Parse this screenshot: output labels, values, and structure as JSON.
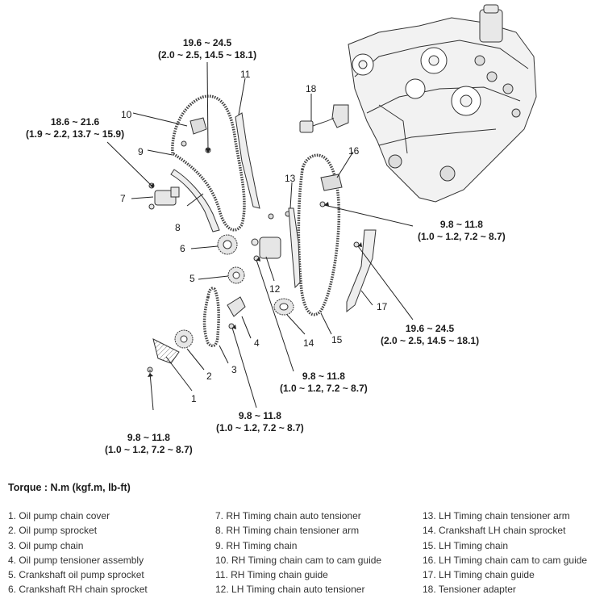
{
  "torque_title": "Torque : N.m (kgf.m, lb-ft)",
  "torque_specs": [
    {
      "value": "19.6 ~ 24.5",
      "conv": "(2.0 ~ 2.5, 14.5 ~ 18.1)"
    },
    {
      "value": "18.6 ~ 21.6",
      "conv": "(1.9 ~ 2.2, 13.7 ~ 15.9)"
    },
    {
      "value": "9.8 ~ 11.8",
      "conv": "(1.0 ~ 1.2, 7.2 ~ 8.7)"
    },
    {
      "value": "19.6 ~ 24.5",
      "conv": "(2.0 ~ 2.5, 14.5 ~ 18.1)"
    },
    {
      "value": "9.8 ~ 11.8",
      "conv": "(1.0 ~ 1.2, 7.2 ~ 8.7)"
    },
    {
      "value": "9.8 ~ 11.8",
      "conv": "(1.0 ~ 1.2, 7.2 ~ 8.7)"
    },
    {
      "value": "9.8 ~ 11.8",
      "conv": "(1.0 ~ 1.2, 7.2 ~ 8.7)"
    }
  ],
  "callouts": [
    "1",
    "2",
    "3",
    "4",
    "5",
    "6",
    "7",
    "8",
    "9",
    "10",
    "11",
    "12",
    "13",
    "14",
    "15",
    "16",
    "17",
    "18"
  ],
  "legend": [
    [
      "1. Oil pump chain cover",
      "2. Oil pump sprocket",
      "3. Oil pump chain",
      "4. Oil pump tensioner assembly",
      "5. Crankshaft oil pump sprocket",
      "6. Crankshaft RH chain sprocket"
    ],
    [
      "7. RH Timing chain auto tensioner",
      "8. RH Timing chain tensioner arm",
      "9. RH Timing chain",
      "10. RH Timing chain cam to cam guide",
      "11. RH Timing chain guide",
      "12. LH Timing chain auto tensioner"
    ],
    [
      "13. LH Timing chain tensioner arm",
      "14. Crankshaft LH chain sprocket",
      "15. LH Timing chain",
      "16. LH Timing chain cam to cam guide",
      "17. LH Timing chain guide",
      "18. Tensioner adapter"
    ]
  ]
}
